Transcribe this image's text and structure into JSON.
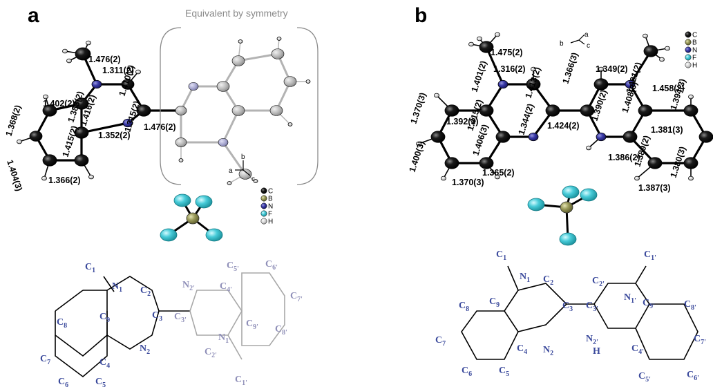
{
  "panels": {
    "a": "a",
    "b": "b"
  },
  "symmetry_caption": "Equivalent by symmetry",
  "legend": {
    "items": [
      {
        "symbol": "C",
        "color": "#111111"
      },
      {
        "symbol": "B",
        "color": "#9a9a5a"
      },
      {
        "symbol": "N",
        "color": "#2b2b8a"
      },
      {
        "symbol": "F",
        "color": "#3fc5d3"
      },
      {
        "symbol": "H",
        "color": "#bbbbbb"
      }
    ]
  },
  "axes": {
    "a": "a",
    "b": "b",
    "c": "c"
  },
  "bond_lengths_a": [
    {
      "text": "1.476(2)"
    },
    {
      "text": "1.311(2)"
    },
    {
      "text": "1.410(2)"
    },
    {
      "text": "1.383(2)"
    },
    {
      "text": "1.368(2)"
    },
    {
      "text": "1.402(2)"
    },
    {
      "text": "1.416(2)"
    },
    {
      "text": "1.315(2)"
    },
    {
      "text": "1.476(2)"
    },
    {
      "text": "1.415(2)"
    },
    {
      "text": "1.352(2)"
    },
    {
      "text": "1.404(3)"
    },
    {
      "text": "1.366(2)"
    }
  ],
  "bond_lengths_b": [
    {
      "text": "1.475(2)"
    },
    {
      "text": "1.316(2)"
    },
    {
      "text": "1.413(2)"
    },
    {
      "text": "1.366(3)"
    },
    {
      "text": "1.349(2)"
    },
    {
      "text": "1.458(2)"
    },
    {
      "text": "1.421(2)"
    },
    {
      "text": "1.401(2)"
    },
    {
      "text": "1.370(3)"
    },
    {
      "text": "1.392(3)"
    },
    {
      "text": "1.415(2)"
    },
    {
      "text": "1.344(2)"
    },
    {
      "text": "1.424(2)"
    },
    {
      "text": "1.390(2)"
    },
    {
      "text": "1.408(3)"
    },
    {
      "text": "1.381(3)"
    },
    {
      "text": "1.394(3)"
    },
    {
      "text": "1.406(3)"
    },
    {
      "text": "1.365(2)"
    },
    {
      "text": "1.386(2)"
    },
    {
      "text": "1.389(2)"
    },
    {
      "text": "1.400(3)"
    },
    {
      "text": "1.370(3)"
    },
    {
      "text": "1.387(3)"
    },
    {
      "text": "1.380(3)"
    }
  ],
  "atom_labels_a": [
    {
      "base": "C",
      "sub": "1",
      "prime": ""
    },
    {
      "base": "N",
      "sub": "1",
      "prime": ""
    },
    {
      "base": "C",
      "sub": "2",
      "prime": ""
    },
    {
      "base": "C",
      "sub": "8",
      "prime": ""
    },
    {
      "base": "C",
      "sub": "9",
      "prime": ""
    },
    {
      "base": "C",
      "sub": "3",
      "prime": ""
    },
    {
      "base": "C",
      "sub": "7",
      "prime": ""
    },
    {
      "base": "N",
      "sub": "2",
      "prime": ""
    },
    {
      "base": "C",
      "sub": "4",
      "prime": ""
    },
    {
      "base": "C",
      "sub": "6",
      "prime": ""
    },
    {
      "base": "C",
      "sub": "5",
      "prime": ""
    },
    {
      "base": "C",
      "sub": "5",
      "prime": "'"
    },
    {
      "base": "C",
      "sub": "6",
      "prime": "'"
    },
    {
      "base": "N",
      "sub": "2",
      "prime": "'"
    },
    {
      "base": "C",
      "sub": "4",
      "prime": "'"
    },
    {
      "base": "C",
      "sub": "7",
      "prime": "'"
    },
    {
      "base": "C",
      "sub": "3",
      "prime": "'"
    },
    {
      "base": "N",
      "sub": "1",
      "prime": "'"
    },
    {
      "base": "C",
      "sub": "9",
      "prime": "'"
    },
    {
      "base": "C",
      "sub": "8",
      "prime": "'"
    },
    {
      "base": "C",
      "sub": "2",
      "prime": "'"
    },
    {
      "base": "C",
      "sub": "1",
      "prime": "'"
    }
  ],
  "atom_labels_b": [
    {
      "base": "C",
      "sub": "1",
      "prime": ""
    },
    {
      "base": "C",
      "sub": "1",
      "prime": "'"
    },
    {
      "base": "N",
      "sub": "1",
      "prime": ""
    },
    {
      "base": "C",
      "sub": "2",
      "prime": ""
    },
    {
      "base": "C",
      "sub": "2",
      "prime": "'"
    },
    {
      "base": "N",
      "sub": "1",
      "prime": "'"
    },
    {
      "base": "C",
      "sub": "8",
      "prime": ""
    },
    {
      "base": "C",
      "sub": "9",
      "prime": ""
    },
    {
      "base": "C",
      "sub": "3",
      "prime": ""
    },
    {
      "base": "C",
      "sub": "3",
      "prime": "'"
    },
    {
      "base": "C",
      "sub": "9",
      "prime": "'"
    },
    {
      "base": "C",
      "sub": "8",
      "prime": "'"
    },
    {
      "base": "C",
      "sub": "7",
      "prime": ""
    },
    {
      "base": "N",
      "sub": "2",
      "prime": "'"
    },
    {
      "base": "C",
      "sub": "7",
      "prime": "'"
    },
    {
      "base": "C",
      "sub": "4",
      "prime": ""
    },
    {
      "base": "N",
      "sub": "2",
      "prime": ""
    },
    {
      "base": "C",
      "sub": "4",
      "prime": "'"
    },
    {
      "base": "C",
      "sub": "6",
      "prime": ""
    },
    {
      "base": "C",
      "sub": "5",
      "prime": ""
    },
    {
      "base": "C",
      "sub": "5",
      "prime": "'"
    },
    {
      "base": "C",
      "sub": "6",
      "prime": "'"
    }
  ],
  "h_label": "H"
}
